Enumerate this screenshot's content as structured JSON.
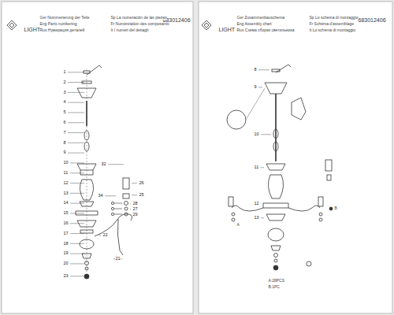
{
  "diagram": {
    "labels": [
      "LIGHT",
      "683012406",
      "Ger Nummerierung der Teile",
      "Eng Parts numbering",
      "Rus Нумерация деталей",
      "Sp La numeración de las piezas",
      "Fr Numérotation des composants",
      "It I numeri del dettagli",
      "1",
      "2",
      "3",
      "4",
      "5",
      "6",
      "7",
      "8",
      "9",
      "10",
      "11",
      "12",
      "13",
      "14",
      "15",
      "16",
      "17",
      "18",
      "19",
      "20",
      "23",
      "32",
      "34",
      "22",
      "26",
      "25",
      "28",
      "27",
      "29",
      "21",
      "LIGHT",
      "683012406",
      "Ger Zusammenbauschema",
      "Eng Assembly chart",
      "Rus Схема сборки светильника",
      "Sp Lo schema di montaggio",
      "Fr Schéma d'assemblage",
      "It Lo schema di montaggio",
      "8",
      "9",
      "10",
      "11",
      "12",
      "13",
      "A:28PCS",
      "B:1PC",
      "A",
      "B"
    ]
  }
}
